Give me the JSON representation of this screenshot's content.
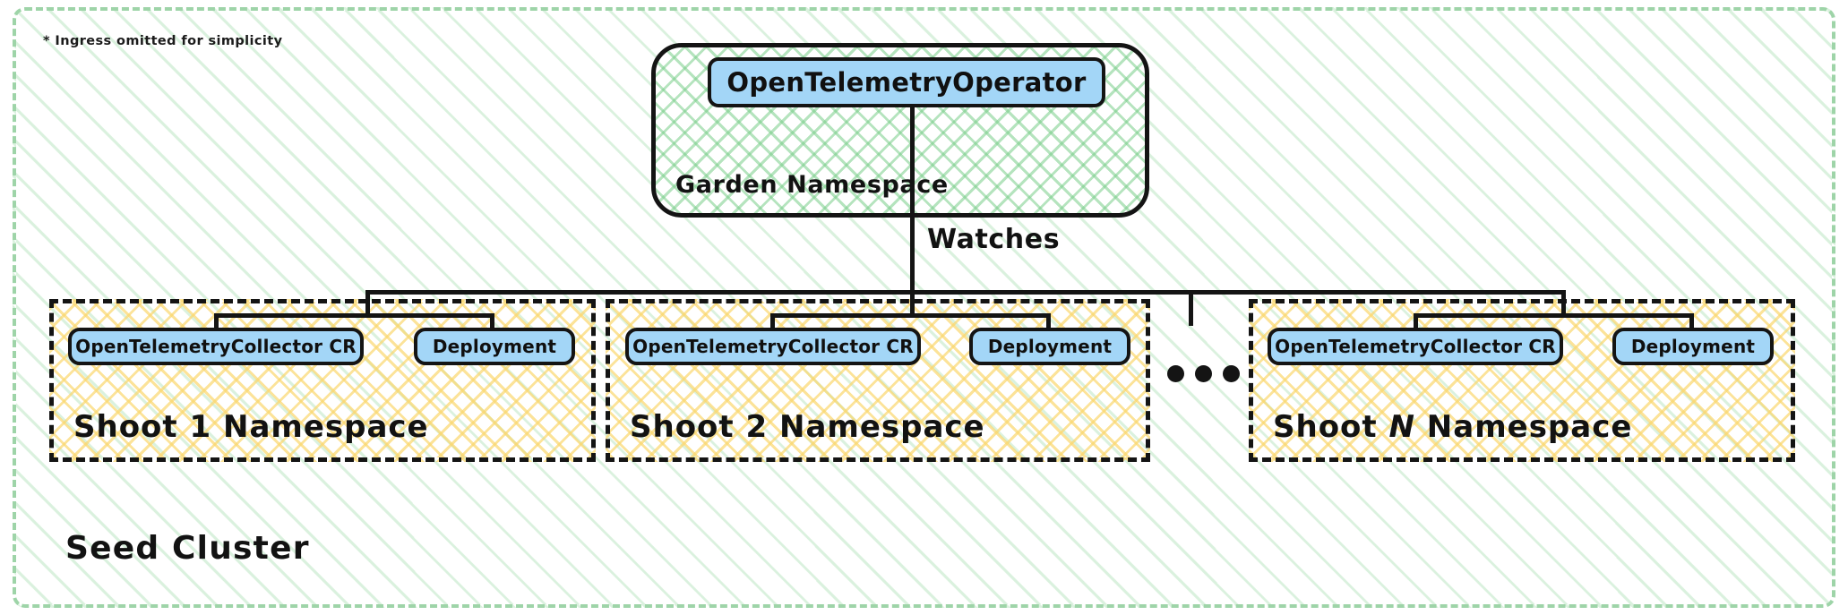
{
  "diagram": {
    "footnote": "* Ingress omitted for simplicity",
    "outer_container": {
      "label": "Seed Cluster",
      "border_style": "dashed",
      "border_color": "#9ed4a8",
      "fill_pattern": "green-diagonal-stripes"
    },
    "garden_namespace": {
      "label": "Garden Namespace",
      "border_style": "solid-rounded",
      "border_color": "#141414",
      "fill_pattern": "green-crosshatch",
      "fill_color": "#78cd89",
      "nodes": [
        {
          "name": "operator",
          "label": "OpenTelemetryOperator",
          "fill": "#a3d6f7"
        }
      ]
    },
    "edges": [
      {
        "from": "OpenTelemetryOperator",
        "to": "Shoot Namespaces",
        "label": "Watches"
      }
    ],
    "shoot_namespaces": [
      {
        "label_prefix": "Shoot ",
        "label_index": "1",
        "label_suffix": " Namespace",
        "label": "Shoot 1 Namespace",
        "index_italic": false,
        "nodes": [
          {
            "name": "collector",
            "label": "OpenTelemetryCollector CR"
          },
          {
            "name": "deployment",
            "label": "Deployment"
          }
        ]
      },
      {
        "label_prefix": "Shoot ",
        "label_index": "2",
        "label_suffix": " Namespace",
        "label": "Shoot 2 Namespace",
        "index_italic": false,
        "nodes": [
          {
            "name": "collector",
            "label": "OpenTelemetryCollector CR"
          },
          {
            "name": "deployment",
            "label": "Deployment"
          }
        ]
      },
      {
        "label_prefix": "Shoot ",
        "label_index": "N",
        "label_suffix": " Namespace",
        "label": "Shoot N Namespace",
        "index_italic": true,
        "nodes": [
          {
            "name": "collector",
            "label": "OpenTelemetryCollector CR"
          },
          {
            "name": "deployment",
            "label": "Deployment"
          }
        ]
      }
    ],
    "ellipsis": "...",
    "colors": {
      "node_fill": "#a3d6f7",
      "node_stroke": "#141414",
      "garden_hatch": "#78cd89",
      "shoot_hatch": "#fad76e",
      "outer_dash": "#9ed4a8",
      "text": "#121212"
    }
  }
}
